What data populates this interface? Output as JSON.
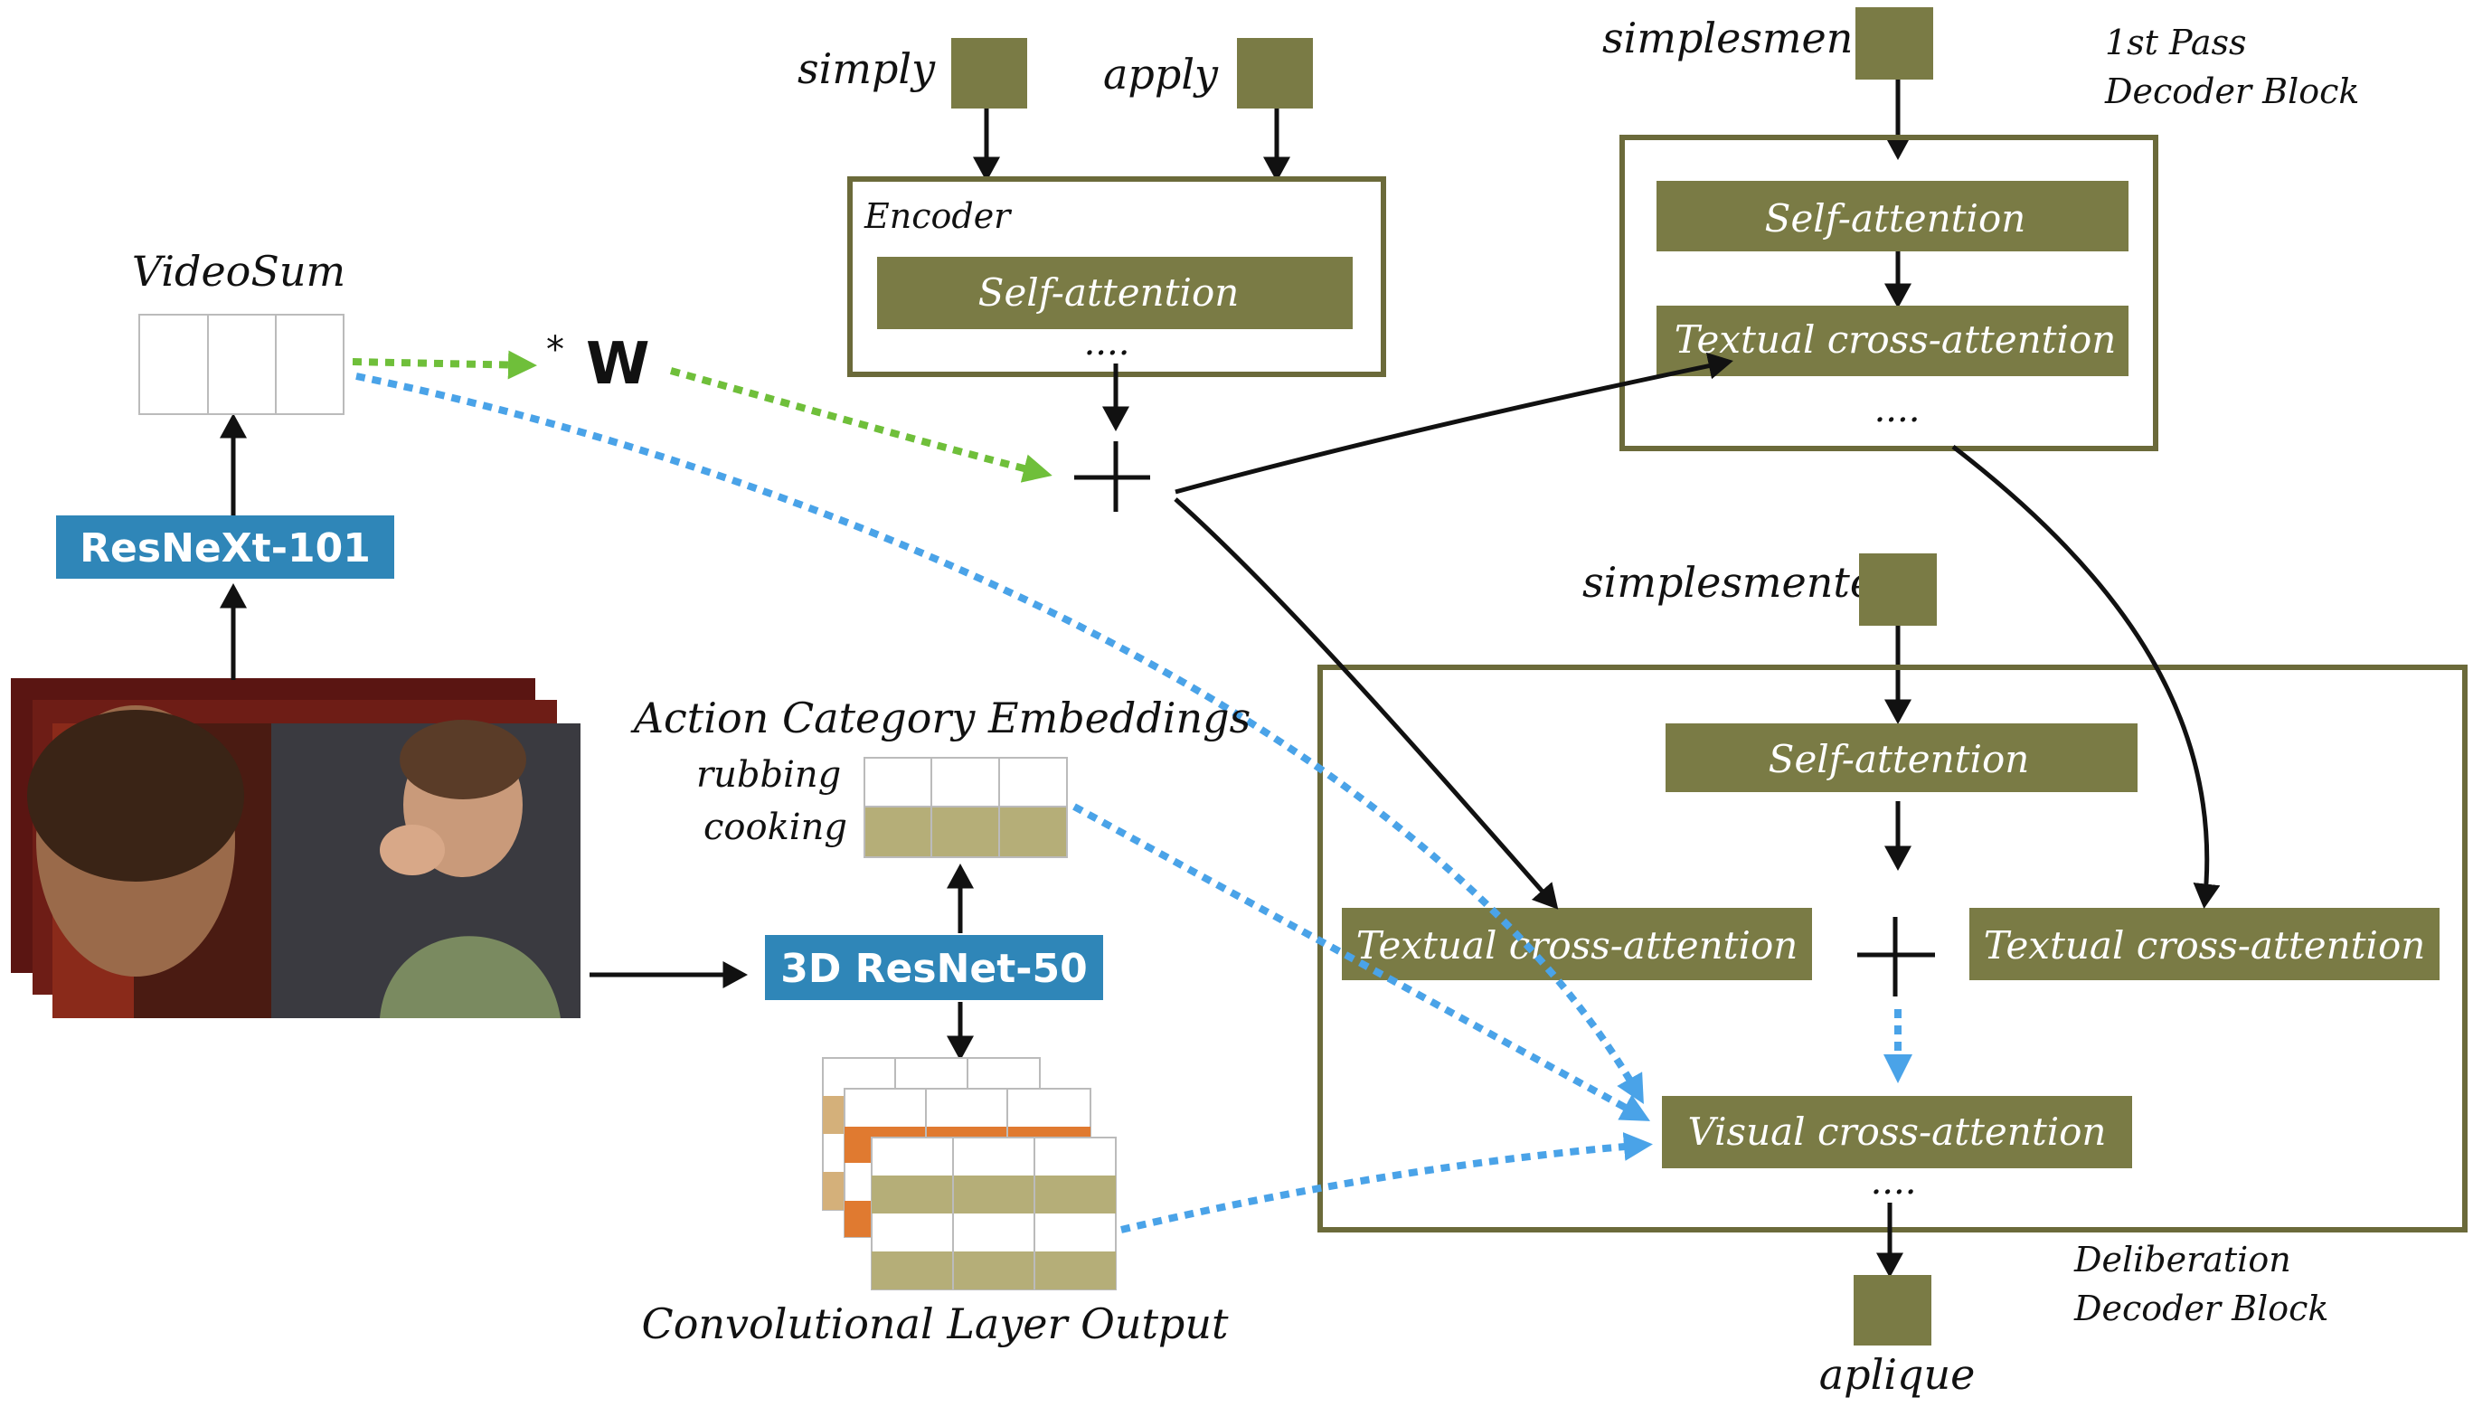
{
  "encoder": {
    "title": "Encoder",
    "input_1": "simply",
    "input_2": "apply",
    "self_attention": "Self-attention",
    "dots": "...."
  },
  "first_pass": {
    "title_line1": "1st Pass",
    "title_line2": "Decoder Block",
    "input": "simplesment",
    "self_attention": "Self-attention",
    "textual_cross": "Textual  cross-attention",
    "dots": "...."
  },
  "deliberation": {
    "title_line1": "Deliberation",
    "title_line2": "Decoder Block",
    "input": "simplesmente",
    "self_attention": "Self-attention",
    "textual_cross_left": "Textual  cross-attention",
    "textual_cross_right": "Textual  cross-attention",
    "visual_cross": "Visual  cross-attention",
    "dots": "....",
    "output": "aplique"
  },
  "video": {
    "videosum": "VideoSum",
    "resnext": "ResNeXt-101",
    "resnet3d": "3D ResNet-50",
    "weight": "W",
    "star": "*"
  },
  "actions": {
    "title": "Action Category Embeddings",
    "item_1": "rubbing",
    "item_2": "cooking"
  },
  "conv_output": "Convolutional Layer Output",
  "colors": {
    "block_olive": "#7a7b45",
    "model_blue": "#2f86b8",
    "arrow_blue": "#4aa3e8",
    "arrow_green": "#6fbf3a",
    "feature_orange": "#e07a30"
  }
}
